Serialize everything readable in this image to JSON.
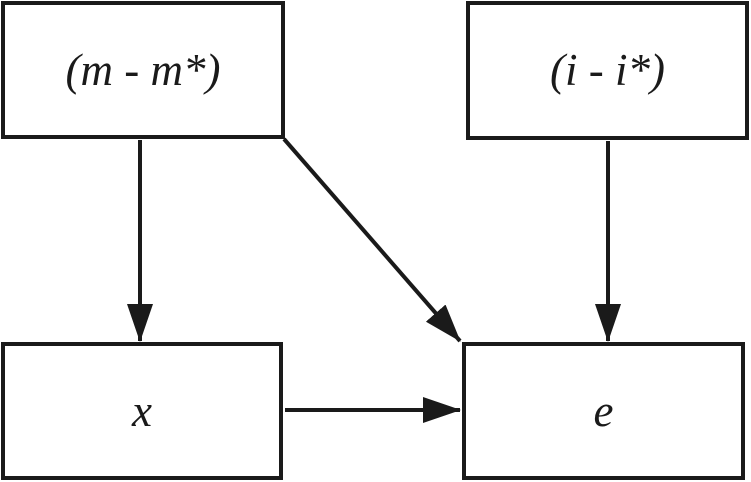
{
  "diagram": {
    "type": "flow-diagram",
    "nodes": {
      "m_differential": {
        "label": "(m - m*)"
      },
      "i_differential": {
        "label": "(i - i*)"
      },
      "x": {
        "label": "x"
      },
      "e": {
        "label": "e"
      }
    },
    "edges": [
      {
        "from": "(m - m*)",
        "to": "x"
      },
      {
        "from": "(m - m*)",
        "to": "e"
      },
      {
        "from": "(i - i*)",
        "to": "e"
      },
      {
        "from": "x",
        "to": "e"
      }
    ],
    "colors": {
      "line": "#1a1a1a",
      "background": "#ffffff"
    }
  }
}
